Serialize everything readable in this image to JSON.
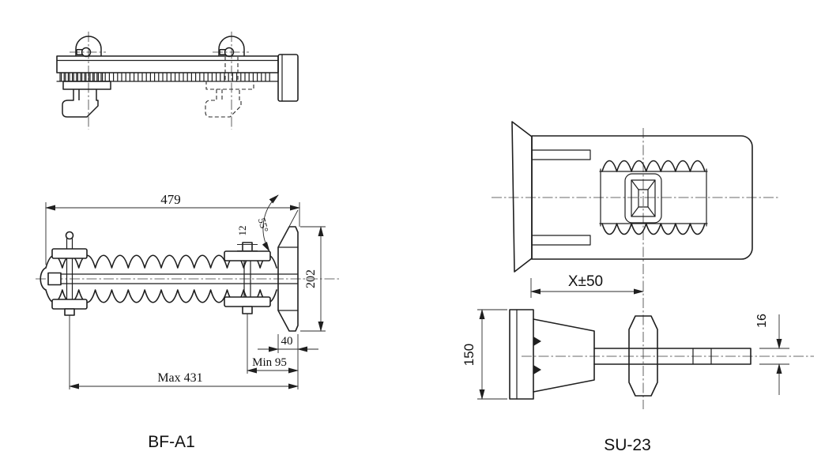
{
  "page": {
    "background": "#ffffff",
    "line_color": "#1f1f1f"
  },
  "bfa1": {
    "label": "BF-A1",
    "dims": {
      "overall_479": "479",
      "angle_55": "55°",
      "pin_12": "12",
      "flange_height_202": "202",
      "flange_thickness_40": "40",
      "min_95": "Min 95",
      "max_431": "Max 431"
    }
  },
  "su23": {
    "label": "SU-23",
    "dims": {
      "x_pm_50": "X±50",
      "height_150": "150",
      "rod_16": "16"
    }
  }
}
